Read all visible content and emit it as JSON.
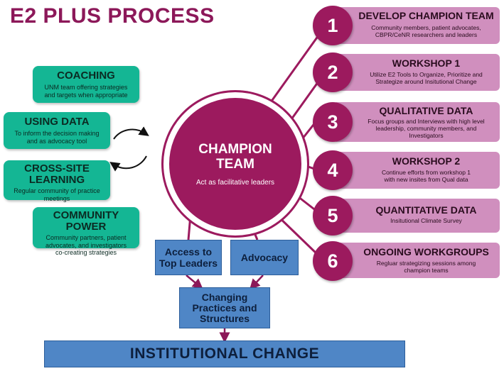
{
  "title": "E2 PLUS PROCESS",
  "champion": {
    "title_line1": "CHAMPION",
    "title_line2": "TEAM",
    "desc": "Act as facilitative leaders"
  },
  "left_boxes": [
    {
      "title": "COACHING",
      "desc_lines": [
        "UNM team offering strategies",
        "and targets when appropriate"
      ]
    },
    {
      "title": "USING DATA",
      "desc_lines": [
        "To inform the decision making",
        "and as advocacy tool"
      ]
    },
    {
      "title_lines": [
        "CROSS-SITE",
        "LEARNING"
      ],
      "desc_lines": [
        "Regular community of practice",
        "meetings"
      ]
    },
    {
      "title": "COMMUNITY POWER",
      "desc_lines": [
        "Community partners, patient",
        "advocates, and investigators",
        "co-creating strategies"
      ]
    }
  ],
  "steps": [
    {
      "num": "1",
      "title": "DEVELOP CHAMPION TEAM",
      "desc_lines": [
        "Community members, patient advocates,",
        "CBPR/CeNR researchers and leaders"
      ]
    },
    {
      "num": "2",
      "title": "WORKSHOP 1",
      "desc_lines": [
        "Utilize E2 Tools to Organize, Prioritize and",
        "Strategize around Insitutional Change"
      ]
    },
    {
      "num": "3",
      "title": "QUALITATIVE DATA",
      "desc_lines": [
        "Focus groups and Interviews with high level",
        "leadership, community members, and",
        "Investigators"
      ]
    },
    {
      "num": "4",
      "title": "WORKSHOP 2",
      "desc_lines": [
        "Continue efforts from workshop 1",
        "with new insites from Qual data"
      ]
    },
    {
      "num": "5",
      "title": "QUANTITATIVE DATA",
      "desc_lines": [
        "Insitutional Climate Survey"
      ]
    },
    {
      "num": "6",
      "title": "ONGOING WORKGROUPS",
      "desc_lines": [
        "Regluar strategizing sessions among",
        "champion teams"
      ]
    }
  ],
  "access": {
    "line1": "Access to",
    "line2": "Top Leaders"
  },
  "advocacy": "Advocacy",
  "changing": {
    "line1": "Changing",
    "line2": "Practices and",
    "line3": "Structures"
  },
  "institutional": "INSTITUTIONAL CHANGE",
  "colors": {
    "magenta": "#9c1a5e",
    "pink": "#d08fbe",
    "green": "#14b694",
    "blue": "#4f86c6",
    "title": "#8c1859",
    "arrow": "#8c1859"
  }
}
